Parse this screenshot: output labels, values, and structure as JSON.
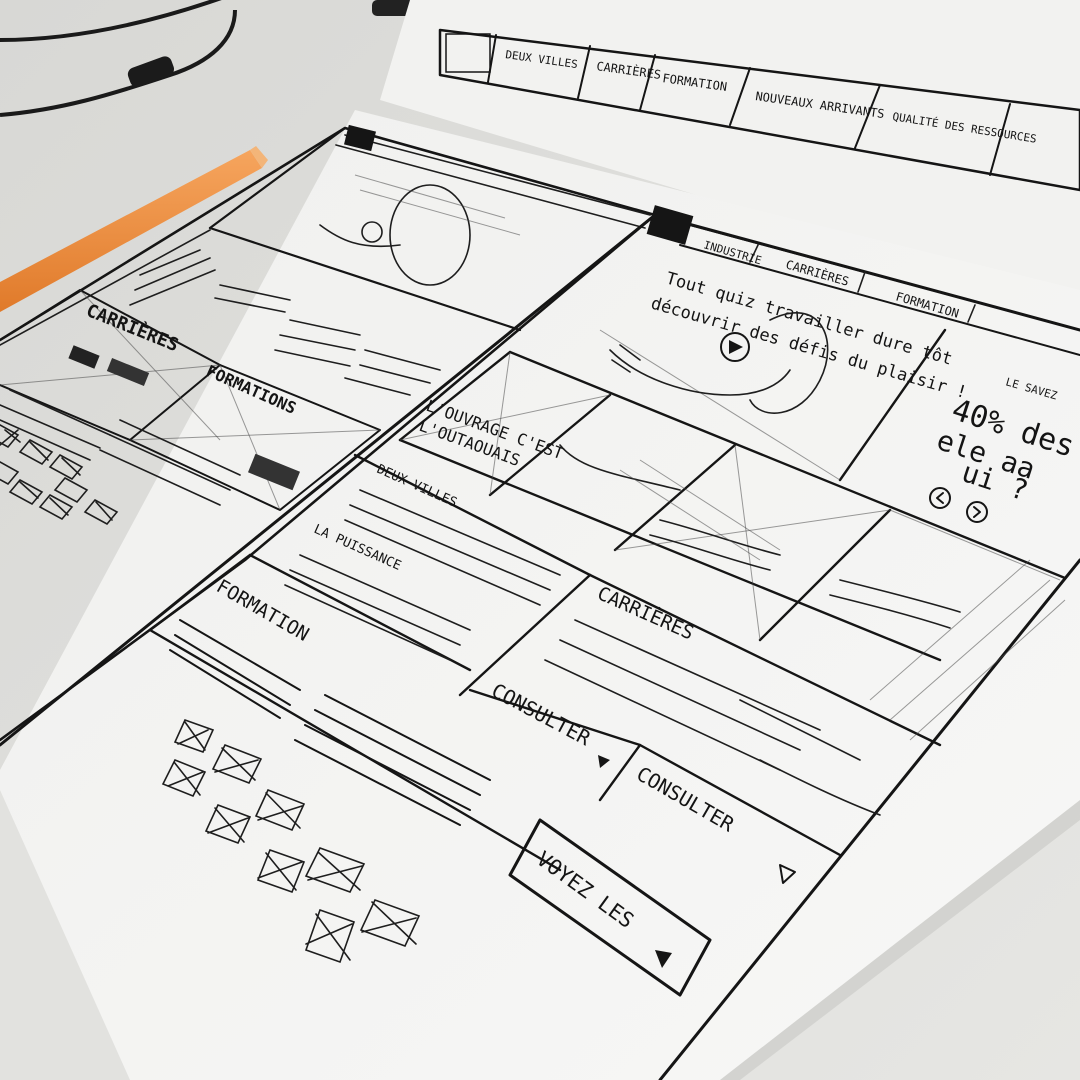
{
  "top_nav": {
    "item1": "DEUX VILLES",
    "item2": "CARRIÈRES",
    "item3": "FORMATION",
    "item4": "NOUVEAUX ARRIVANTS",
    "item5": "QUALITÉ DES RESSOURCES"
  },
  "right_page": {
    "nav": {
      "item1": "INDUSTRIE",
      "item2": "CARRIÈRES",
      "item3": "FORMATION"
    },
    "hero_line1": "Tout quiz travailler dure tôt",
    "hero_line2": "découvrir des défis du plaisir !",
    "sidebar_label": "LE SAVEZ",
    "sidebar_big1": "40% des",
    "sidebar_big2": "ele aa",
    "sidebar_big3": "ui ?",
    "overlay1": "L'OUVRAGE C'EST",
    "overlay2": "L'OUTAOUAIS",
    "deux_villes": "DEUX VILLES",
    "la_puissance": "LA PUISSANCE",
    "formation_heading": "FORMATION",
    "carrieres_heading": "CARRIÈRES",
    "consulter1": "CONSULTER",
    "consulter2": "CONSULTER",
    "voyez_les": "VOYEZ LES"
  },
  "left_page": {
    "carrieres": "CARRIÈRES",
    "formation": "FORMATIONS"
  },
  "colors": {
    "paper": "#f3f3f1",
    "desk": "#d9d9d6",
    "ink": "#151515",
    "pen_body": "#f08a3a",
    "pen_tip": "#f6b270",
    "cable": "#1a1a1a"
  },
  "icons": {
    "arrow": "play-triangle-icon",
    "prev": "chevron-left-icon",
    "next": "chevron-right-icon"
  }
}
